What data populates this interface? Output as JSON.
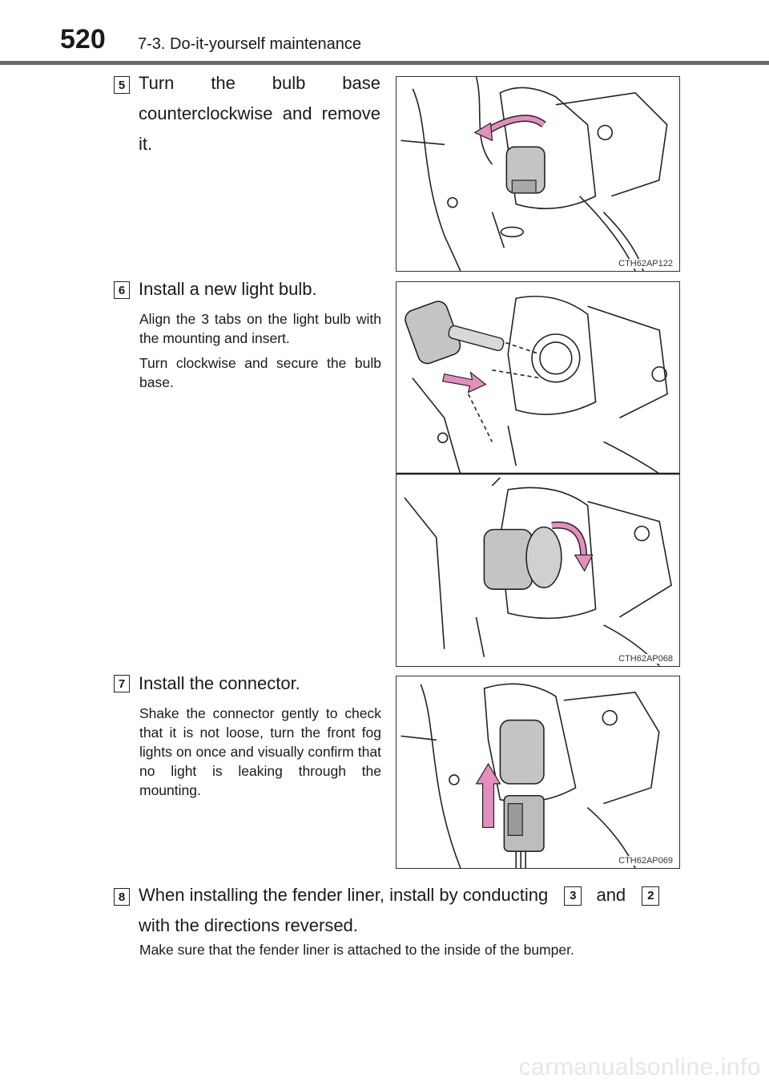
{
  "header": {
    "page_number": "520",
    "section": "7-3. Do-it-yourself maintenance"
  },
  "steps": [
    {
      "number": "5",
      "text": "Turn the bulb base counterclockwise and remove it.",
      "figure_code": "CTH62AP122"
    },
    {
      "number": "6",
      "text": "Install a new light bulb.",
      "notes": [
        "Align the 3 tabs on the light bulb with the mounting and insert.",
        "Turn clockwise and secure the bulb base."
      ],
      "figure_code": "CTH62AP068"
    },
    {
      "number": "7",
      "text": "Install the connector.",
      "notes": [
        "Shake the connector gently to check that it is not loose, turn the front fog lights on once and visually confirm that no light is leaking through the mounting."
      ],
      "figure_code": "CTH62AP069"
    },
    {
      "number": "8",
      "text_before": "When installing the fender liner, install by conducting",
      "ref_a": "3",
      "text_mid": "and",
      "ref_b": "2",
      "text_after": "with the directions reversed.",
      "notes": [
        "Make sure that the fender liner is attached to the inside of the bumper."
      ]
    }
  ],
  "watermark": "carmanualsonline.info",
  "colors": {
    "arrow_pink": "#e48ec0",
    "connector_gray": "#bdbdbd"
  }
}
